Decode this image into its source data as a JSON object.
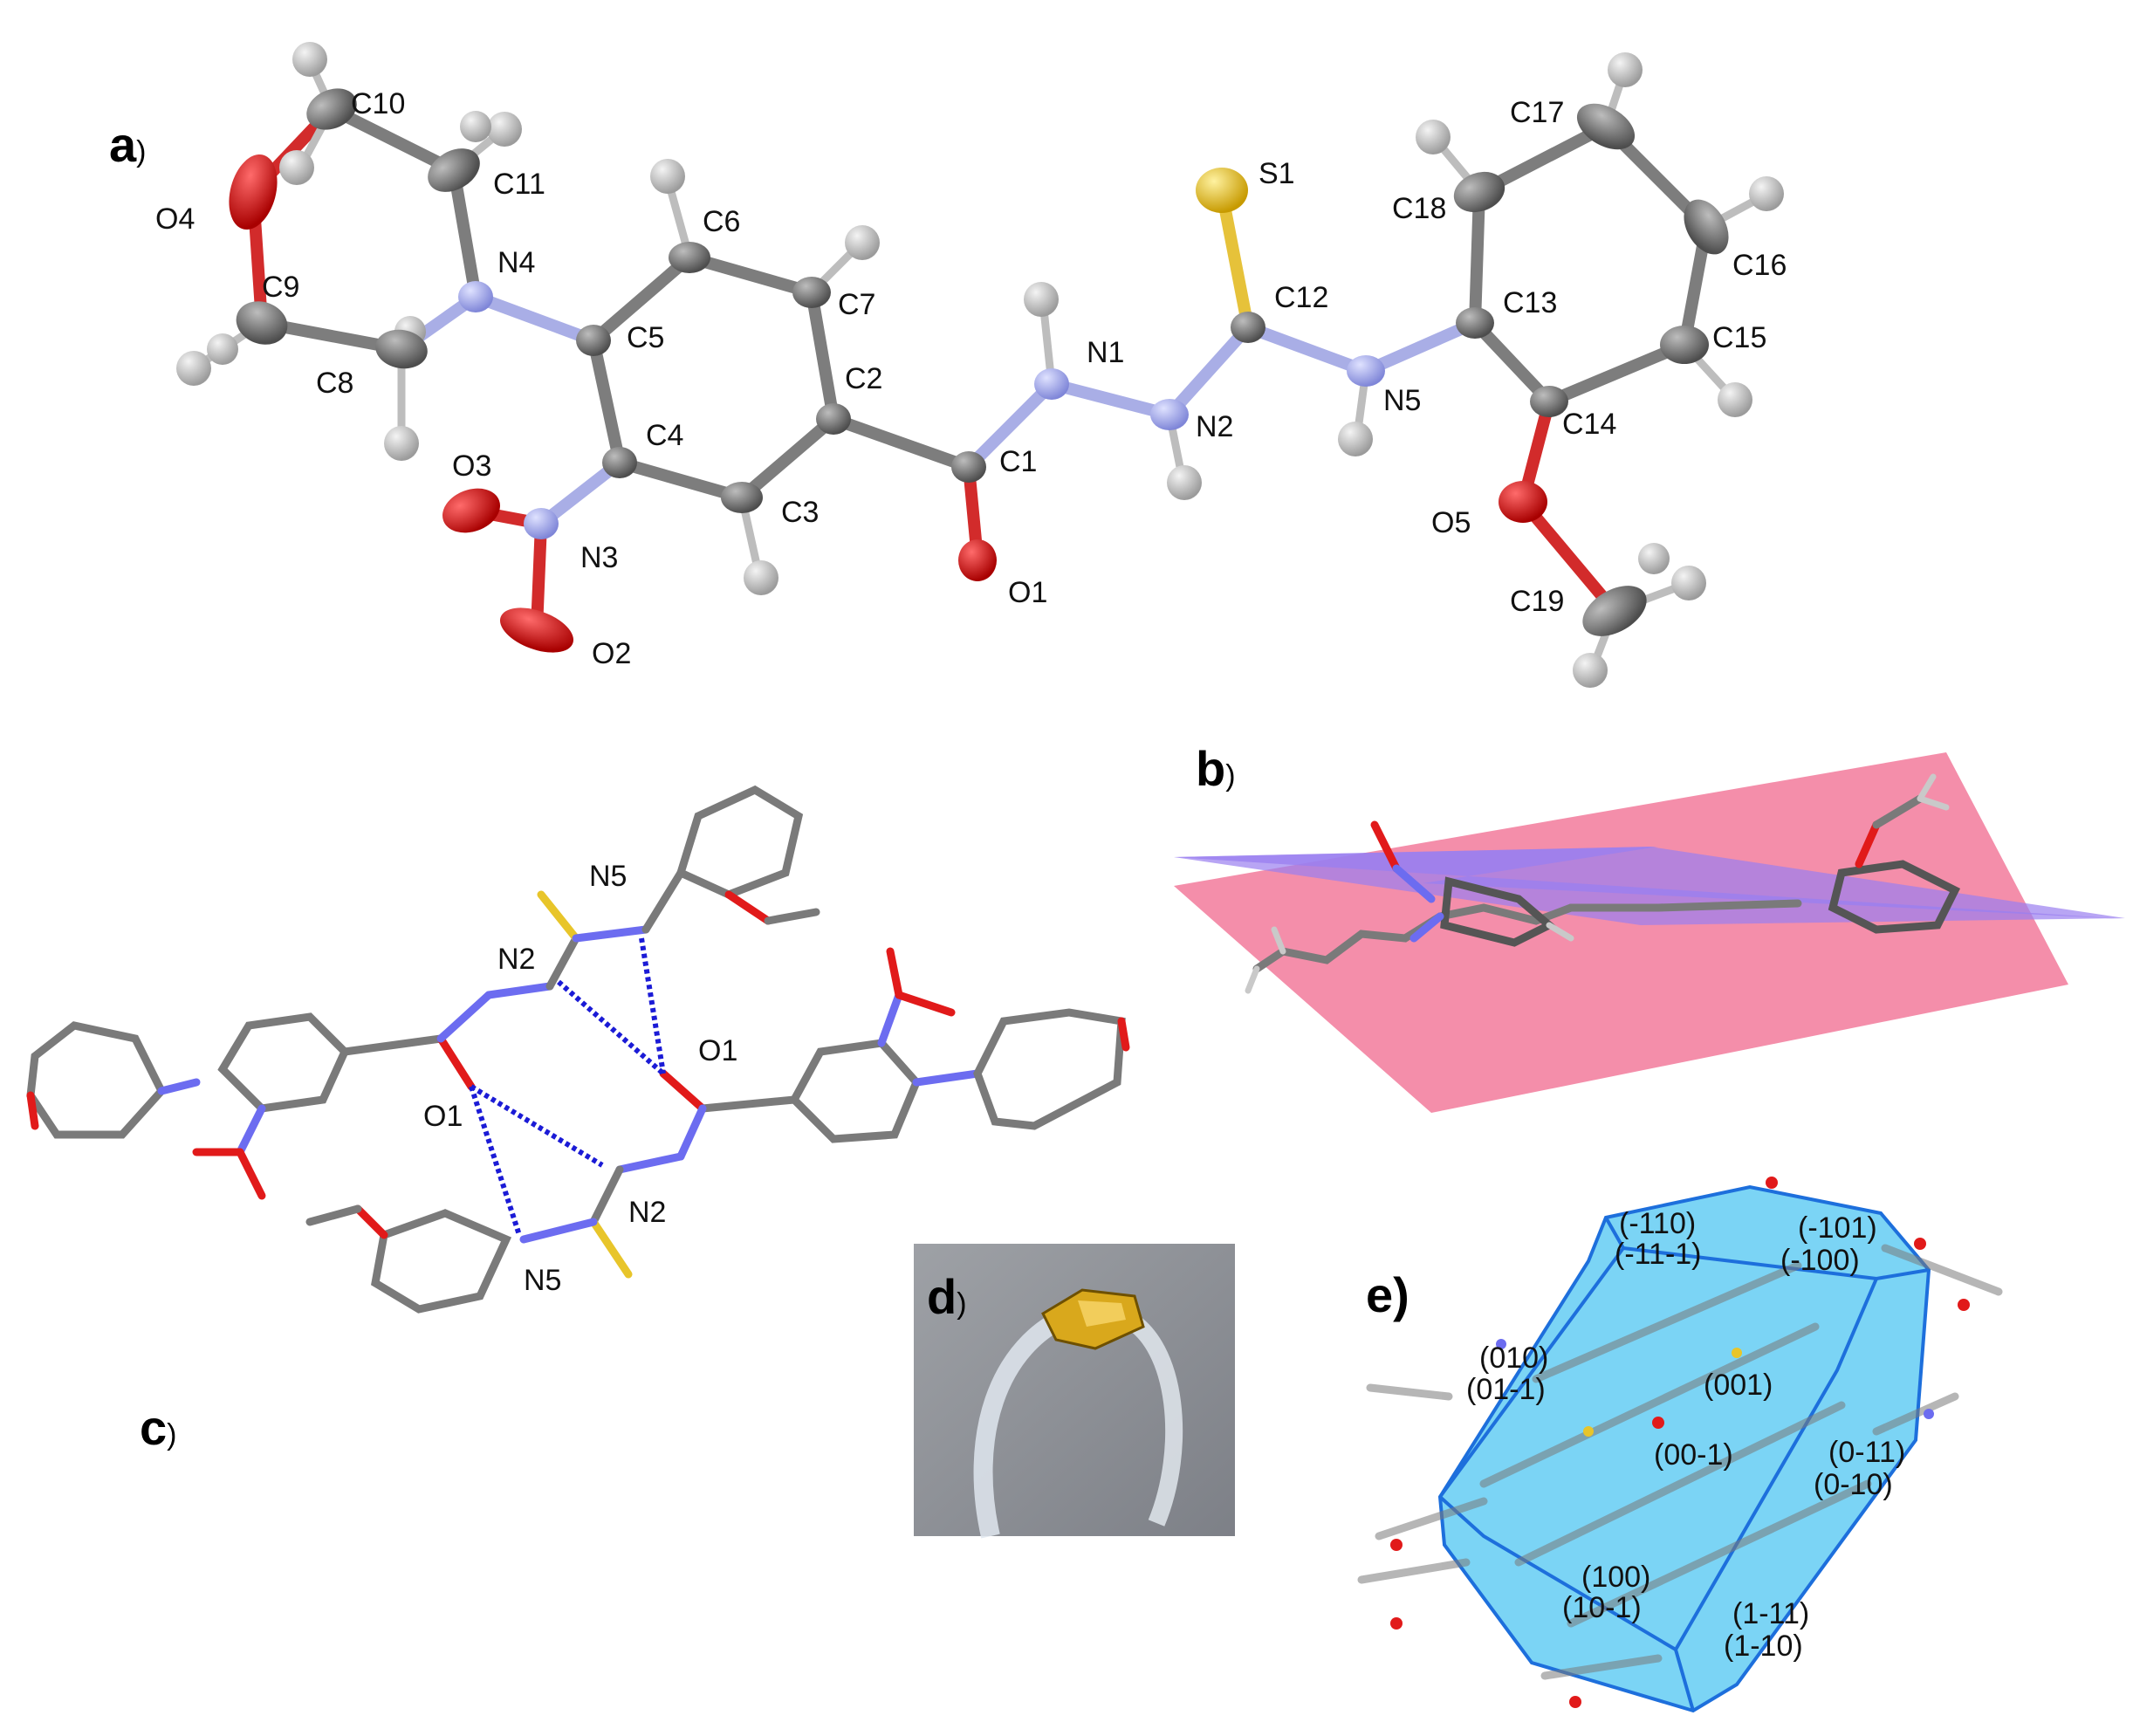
{
  "panels": {
    "a": {
      "letter": "a",
      "paren": ")"
    },
    "b": {
      "letter": "b",
      "paren": ")"
    },
    "c": {
      "letter": "c",
      "paren": ")"
    },
    "d": {
      "letter": "d",
      "paren": ")"
    },
    "e": {
      "letter": "e)"
    }
  },
  "atoms_a": [
    "C10",
    "C11",
    "O4",
    "N4",
    "C9",
    "C8",
    "C6",
    "C7",
    "C5",
    "C2",
    "C4",
    "O3",
    "N3",
    "O2",
    "C3",
    "C1",
    "O1",
    "N1",
    "N2",
    "S1",
    "C12",
    "N5",
    "C17",
    "C18",
    "C16",
    "C13",
    "C15",
    "C14",
    "O5",
    "C19"
  ],
  "atoms_c": [
    "N5",
    "N2",
    "O1",
    "O1",
    "N2",
    "N5"
  ],
  "faces_e": [
    "(-110)",
    "(-11-1)",
    "(-101)",
    "(-100)",
    "(010)",
    "(01-1)",
    "(001)",
    "(00-1)",
    "(0-11)",
    "(0-10)",
    "(100)",
    "(10-1)",
    "(1-11)",
    "(1-10)"
  ],
  "colors": {
    "carbon": "#7d7d7d",
    "nitrogen": "#a9aee6",
    "oxygen": "#d22b2b",
    "sulfur": "#e6c23a",
    "hydrogen": "#cfcfcf",
    "hbond": "#1b1bd6",
    "plane_pink": "#f27a9b",
    "plane_violet": "#9a7ff0",
    "crystal": "#4fc6f2",
    "photo_bg": "#8f939a"
  }
}
